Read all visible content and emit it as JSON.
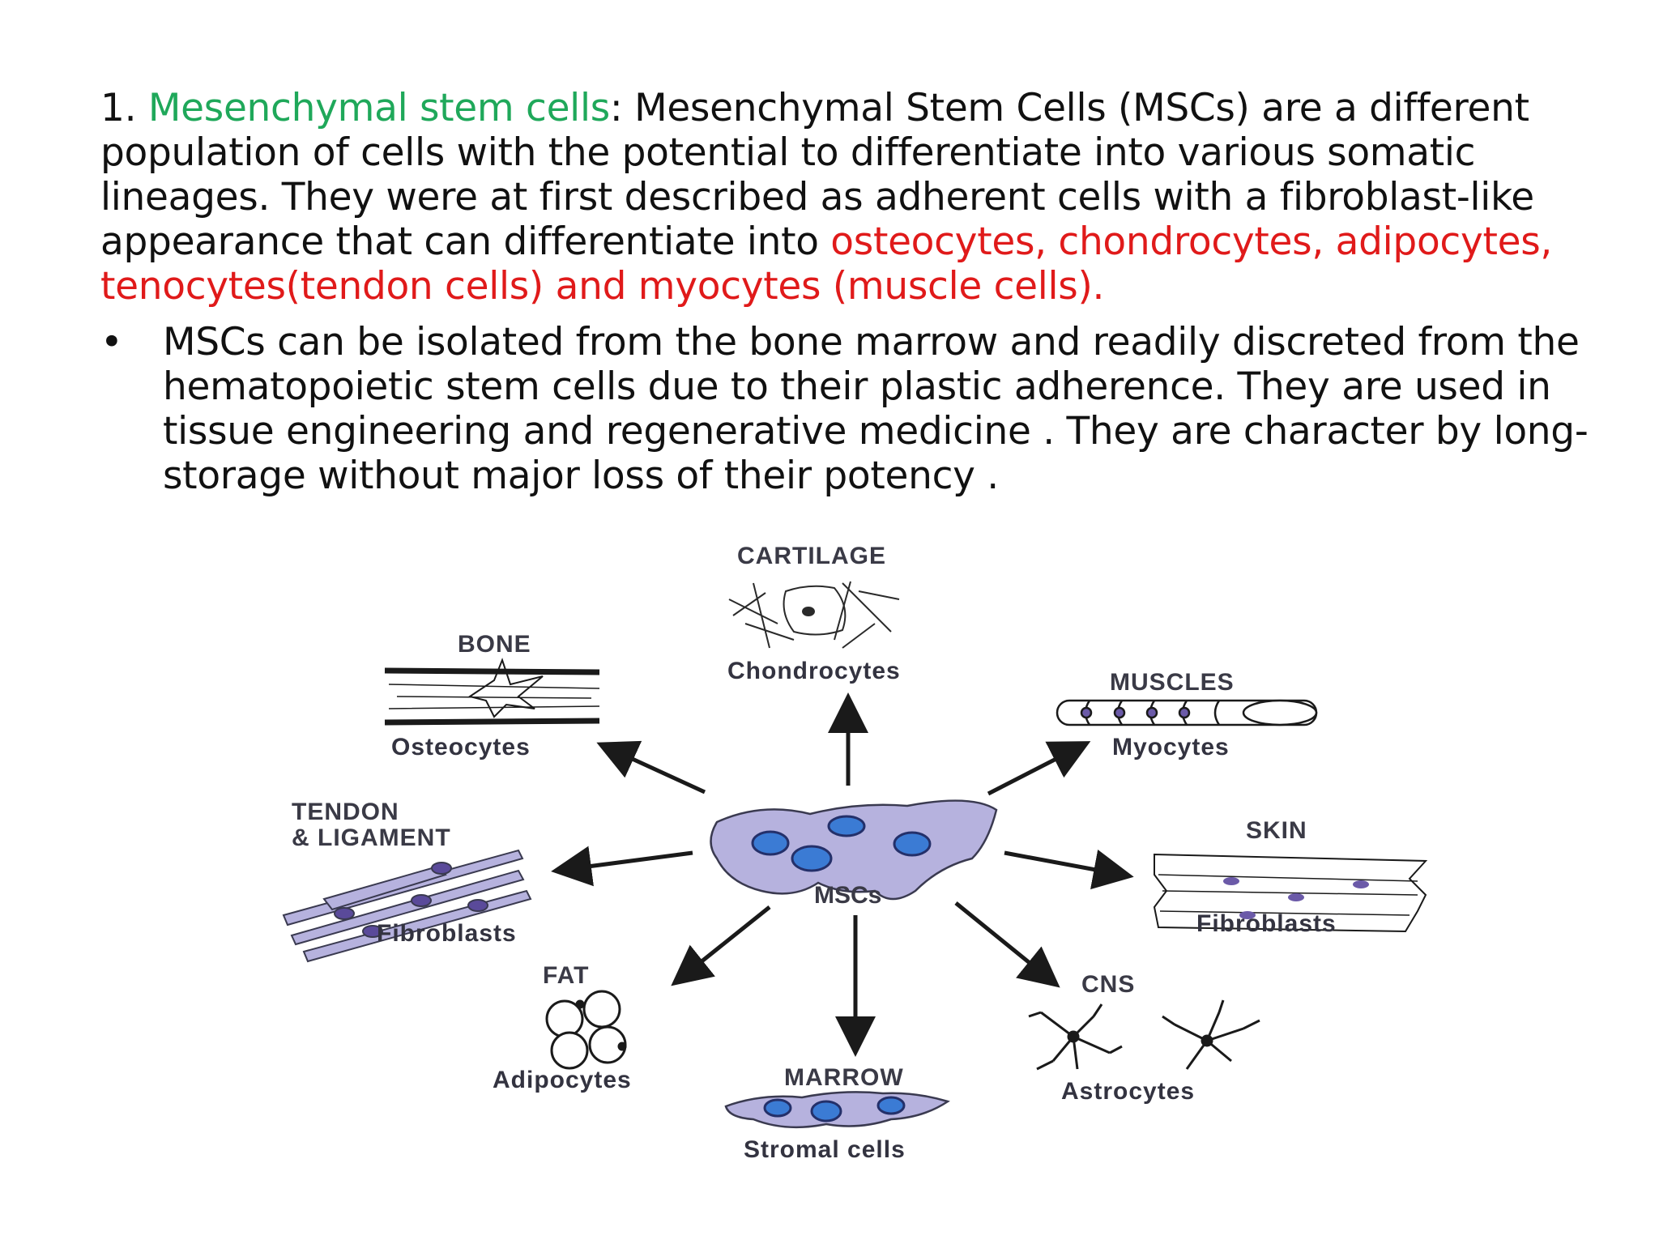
{
  "paragraph": {
    "number": "1. ",
    "term": "Mesenchymal stem cells",
    "text_1": ": Mesenchymal Stem Cells (MSCs) are a different population of cells with the potential to differentiate into various somatic lineages. They were at first described as adherent cells with a fibroblast-like appearance that can differentiate into ",
    "highlight": "osteocytes, chondrocytes, adipocytes, tenocytes(tendon cells) and myocytes (muscle cells)."
  },
  "bullet": {
    "symbol": "•",
    "text": "MSCs can be isolated from the bone marrow and readily discreted from the hematopoietic stem cells due to their plastic adherence. They are used in tissue engineering and regenerative medicine . They are character by long-storage without major loss of their potency ."
  },
  "diagram": {
    "center": "MSCs",
    "nodes": {
      "cartilage": {
        "tissue": "CARTILAGE",
        "cell": "Chondrocytes"
      },
      "bone": {
        "tissue": "BONE",
        "cell": "Osteocytes"
      },
      "muscles": {
        "tissue": "MUSCLES",
        "cell": "Myocytes"
      },
      "tendon": {
        "tissue_line1": "TENDON",
        "tissue_line2": "& LIGAMENT",
        "cell": "Fibroblasts"
      },
      "skin": {
        "tissue": "SKIN",
        "cell": "Fibroblasts"
      },
      "fat": {
        "tissue": "FAT",
        "cell": "Adipocytes"
      },
      "marrow": {
        "tissue": "MARROW",
        "cell": "Stromal cells"
      },
      "cns": {
        "tissue": "CNS",
        "cell": "Astrocytes"
      }
    },
    "colors": {
      "cell_fill": "#b6b2de",
      "nucleus": "#3b7bd4",
      "outline": "#3a3a50",
      "arrow": "#1a1a1a"
    }
  }
}
